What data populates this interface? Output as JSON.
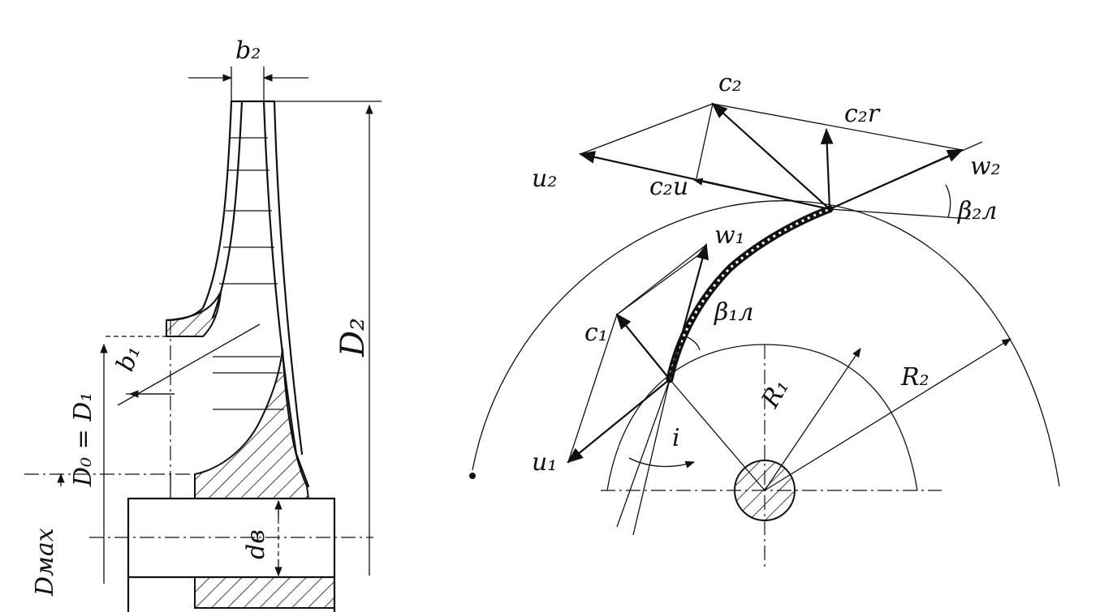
{
  "labels": {
    "b2": "b₂",
    "D2": "D₂",
    "b1": "b₁",
    "D0_D1": "D₀ = D₁",
    "Dmax": "Dмаx",
    "dv": "dв",
    "c2": "c₂",
    "c2r": "c₂r",
    "w2": "w₂",
    "u2": "u₂",
    "c2u": "c₂u",
    "beta2l": "β₂л",
    "w1": "w₁",
    "c1": "c₁",
    "beta1l": "β₁л",
    "R2": "R₂",
    "R1": "R₁",
    "u1": "u₁",
    "i": "i"
  },
  "colors": {
    "ink": "#111111",
    "paper": "#ffffff"
  }
}
